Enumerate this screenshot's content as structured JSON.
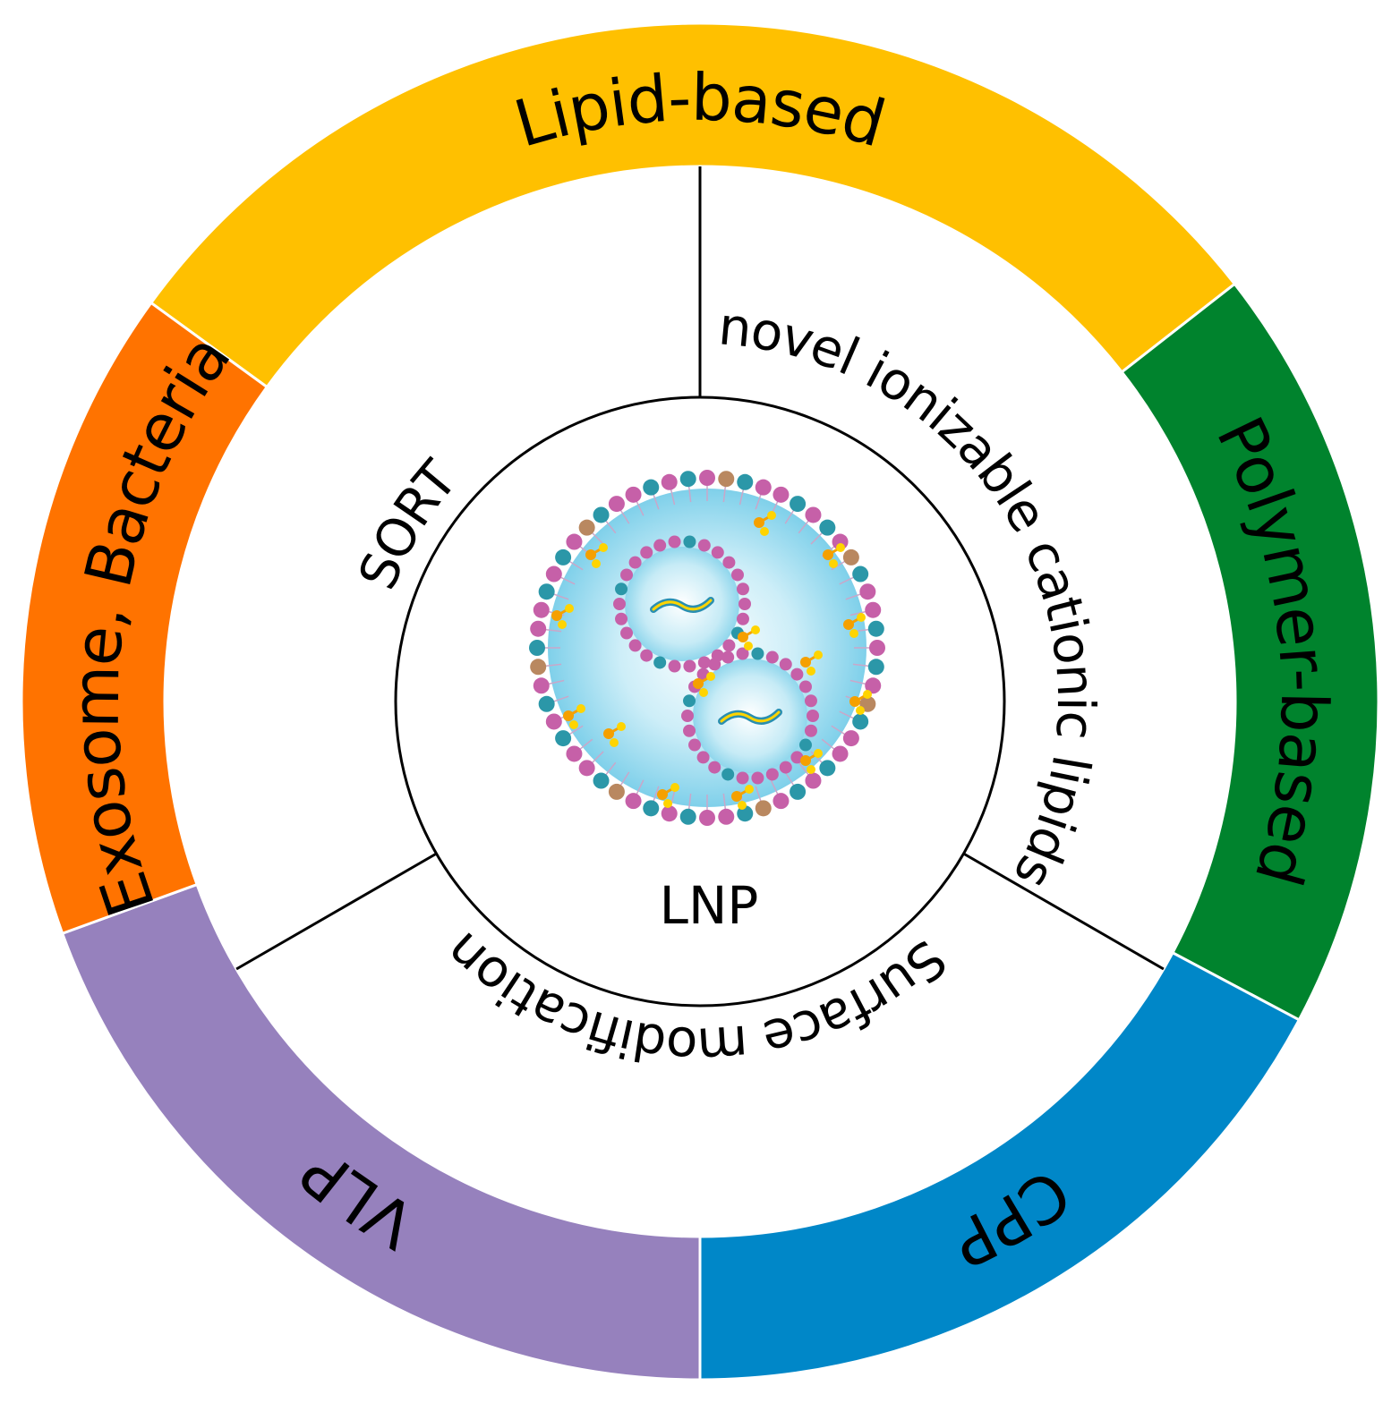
{
  "outer_ring": [
    {
      "id": "lipid",
      "label": "Lipid-based",
      "color": "#FFC000"
    },
    {
      "id": "polymer",
      "label": "Polymer-based",
      "color": "#00832D"
    },
    {
      "id": "cpp",
      "label": "CPP",
      "color": "#0087C8"
    },
    {
      "id": "vlp",
      "label": "VLP",
      "color": "#9681BD"
    },
    {
      "id": "exosome",
      "label": "Exosome, Bacteria",
      "color": "#FF7300"
    }
  ],
  "inner_sections": [
    {
      "id": "novel",
      "label": "novel ionizable cationic lipids"
    },
    {
      "id": "surface",
      "label": "Surface modification"
    },
    {
      "id": "sort",
      "label": "SORT"
    }
  ],
  "center": {
    "label": "LNP"
  },
  "particle_colors": {
    "magenta": "#C660A8",
    "teal": "#2B97A8",
    "brown": "#B98860",
    "orange": "#F5A000",
    "yellow": "#FFD400",
    "core": "#7FD0EA"
  }
}
